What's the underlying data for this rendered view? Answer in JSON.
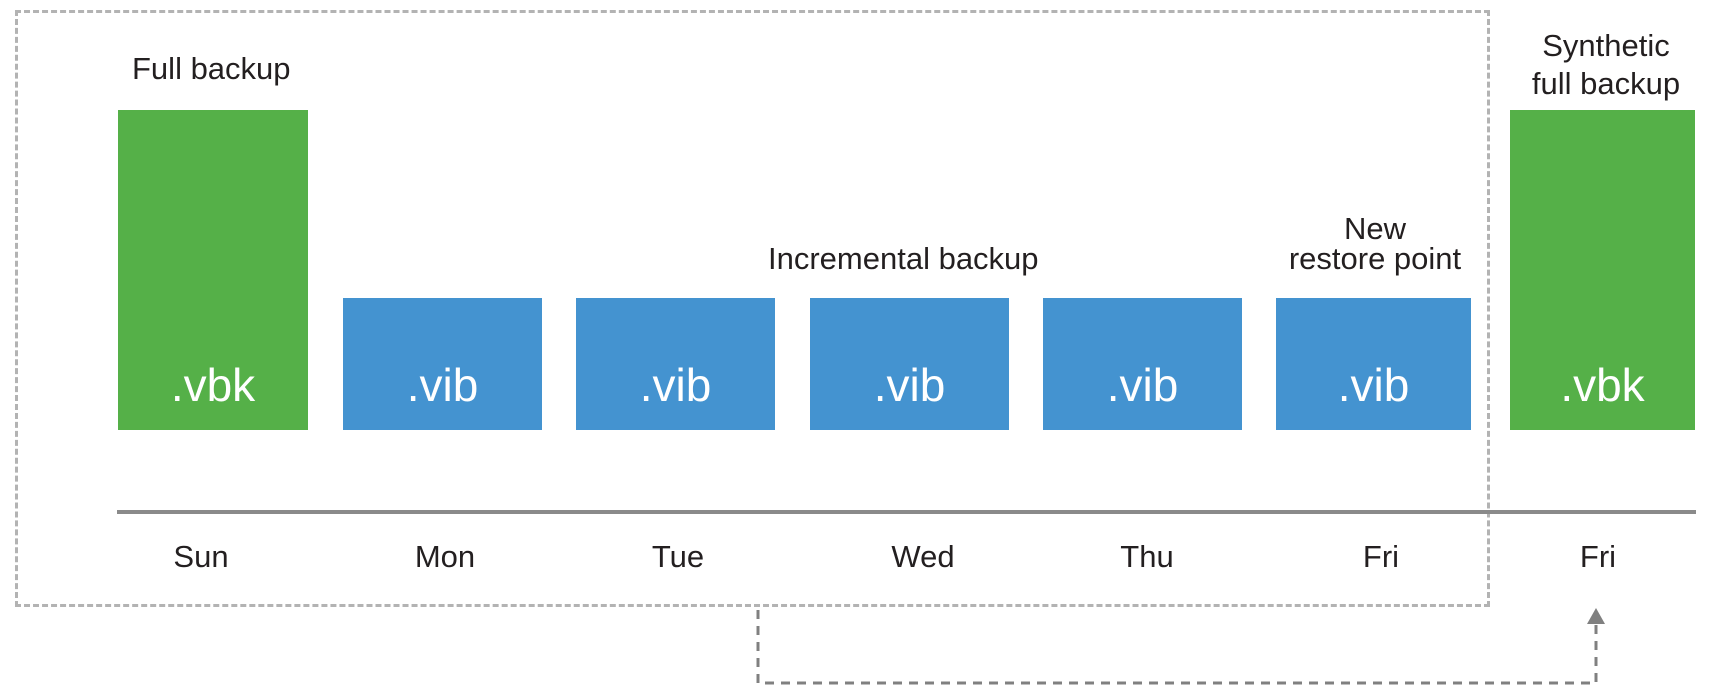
{
  "colors": {
    "full_backup": "#55b048",
    "incremental_backup": "#4493d0",
    "timeline": "#8a8a8a",
    "dashed_border": "#b3b3b3",
    "arrow": "#808080"
  },
  "labels": {
    "full_backup": "Full backup",
    "incremental_backup": "Incremental backup",
    "new_restore_point_line1": "New",
    "new_restore_point_line2": "restore point",
    "synthetic_line1": "Synthetic",
    "synthetic_line2": "full backup"
  },
  "blocks": [
    {
      "text": ".vbk",
      "kind": "full"
    },
    {
      "text": ".vib",
      "kind": "incremental"
    },
    {
      "text": ".vib",
      "kind": "incremental"
    },
    {
      "text": ".vib",
      "kind": "incremental"
    },
    {
      "text": ".vib",
      "kind": "incremental"
    },
    {
      "text": ".vib",
      "kind": "incremental"
    },
    {
      "text": ".vbk",
      "kind": "full"
    }
  ],
  "days": [
    "Sun",
    "Mon",
    "Tue",
    "Wed",
    "Thu",
    "Fri",
    "Fri"
  ],
  "arrow_icon": "arrow-up-icon"
}
